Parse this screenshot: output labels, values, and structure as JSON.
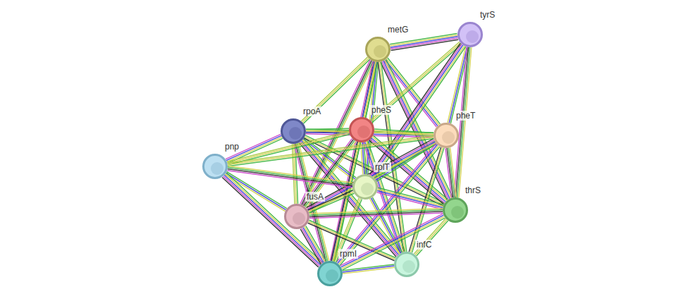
{
  "diagram": {
    "nodes": [
      {
        "text": [
          "metG"
        ]
      },
      {
        "text": [
          "tyrS"
        ]
      },
      {
        "text": [
          "rpoA"
        ]
      },
      {
        "text": [
          "pheS"
        ]
      },
      {
        "text": [
          "pheT"
        ]
      },
      {
        "text": [
          "pnp"
        ]
      },
      {
        "text": [
          "rplT"
        ]
      },
      {
        "text": [
          "fusA"
        ]
      },
      {
        "text": [
          "thrS"
        ]
      },
      {
        "text": [
          "rpmI"
        ]
      },
      {
        "text": [
          "infC"
        ]
      }
    ],
    "edges": [
      {
        "from": 0,
        "to": 1,
        "arrow": "none"
      },
      {
        "from": 0,
        "to": 3,
        "arrow": "none"
      },
      {
        "from": 0,
        "to": 4,
        "arrow": "none"
      },
      {
        "from": 0,
        "to": 2,
        "arrow": "none"
      },
      {
        "from": 0,
        "to": 6,
        "arrow": "none"
      },
      {
        "from": 0,
        "to": 7,
        "arrow": "none"
      },
      {
        "from": 0,
        "to": 8,
        "arrow": "none"
      },
      {
        "from": 0,
        "to": 10,
        "arrow": "none"
      },
      {
        "from": 0,
        "to": 9,
        "arrow": "none"
      },
      {
        "from": 1,
        "to": 3,
        "arrow": "none"
      },
      {
        "from": 1,
        "to": 4,
        "arrow": "none"
      },
      {
        "from": 1,
        "to": 8,
        "arrow": "none"
      },
      {
        "from": 1,
        "to": 6,
        "arrow": "none"
      },
      {
        "from": 2,
        "to": 3,
        "arrow": "none"
      },
      {
        "from": 2,
        "to": 5,
        "arrow": "none"
      },
      {
        "from": 2,
        "to": 7,
        "arrow": "none"
      },
      {
        "from": 2,
        "to": 6,
        "arrow": "none"
      },
      {
        "from": 2,
        "to": 9,
        "arrow": "none"
      },
      {
        "from": 2,
        "to": 10,
        "arrow": "none"
      },
      {
        "from": 2,
        "to": 8,
        "arrow": "none"
      },
      {
        "from": 2,
        "to": 4,
        "arrow": "none"
      },
      {
        "from": 3,
        "to": 4,
        "arrow": "none"
      },
      {
        "from": 3,
        "to": 6,
        "arrow": "none"
      },
      {
        "from": 3,
        "to": 7,
        "arrow": "none"
      },
      {
        "from": 3,
        "to": 8,
        "arrow": "none"
      },
      {
        "from": 3,
        "to": 9,
        "arrow": "none"
      },
      {
        "from": 3,
        "to": 10,
        "arrow": "none"
      },
      {
        "from": 3,
        "to": 5,
        "arrow": "none"
      },
      {
        "from": 4,
        "to": 6,
        "arrow": "none"
      },
      {
        "from": 4,
        "to": 8,
        "arrow": "none"
      },
      {
        "from": 4,
        "to": 7,
        "arrow": "none"
      },
      {
        "from": 4,
        "to": 10,
        "arrow": "none"
      },
      {
        "from": 4,
        "to": 9,
        "arrow": "none"
      },
      {
        "from": 4,
        "to": 5,
        "arrow": "none"
      },
      {
        "from": 5,
        "to": 7,
        "arrow": "none"
      },
      {
        "from": 5,
        "to": 6,
        "arrow": "none"
      },
      {
        "from": 5,
        "to": 9,
        "arrow": "none"
      },
      {
        "from": 6,
        "to": 7,
        "arrow": "none"
      },
      {
        "from": 6,
        "to": 8,
        "arrow": "none"
      },
      {
        "from": 6,
        "to": 9,
        "arrow": "none"
      },
      {
        "from": 6,
        "to": 10,
        "arrow": "none"
      },
      {
        "from": 7,
        "to": 8,
        "arrow": "none"
      },
      {
        "from": 7,
        "to": 9,
        "arrow": "none"
      },
      {
        "from": 7,
        "to": 10,
        "arrow": "none"
      },
      {
        "from": 8,
        "to": 9,
        "arrow": "none"
      },
      {
        "from": 8,
        "to": 10,
        "arrow": "none"
      },
      {
        "from": 9,
        "to": 10,
        "arrow": "none"
      }
    ]
  }
}
